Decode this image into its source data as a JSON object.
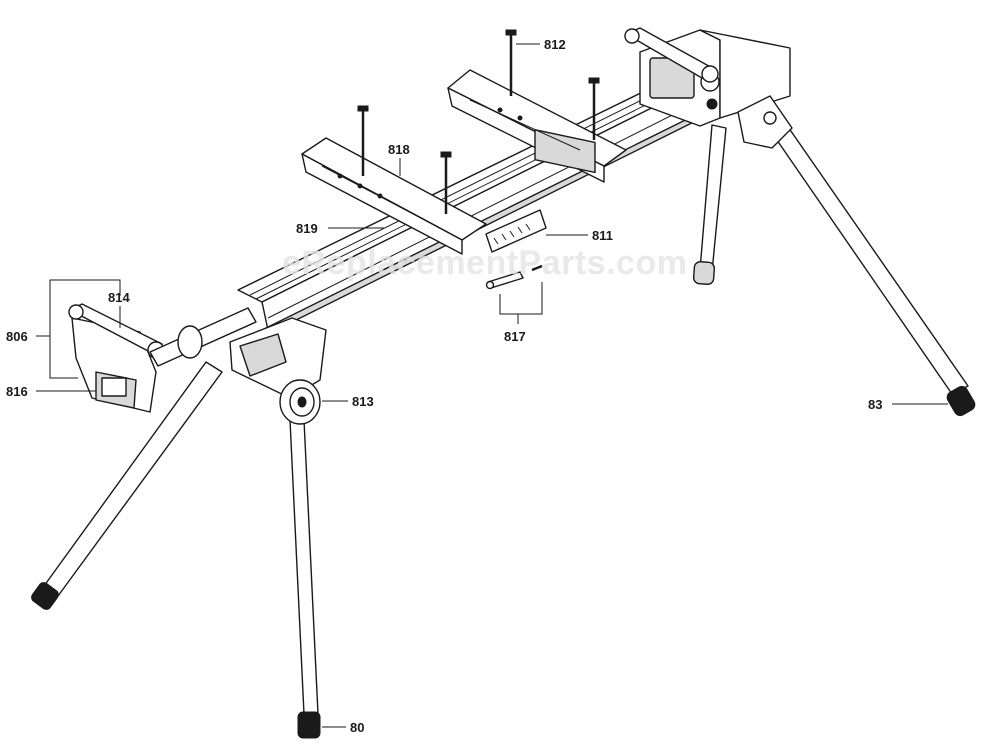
{
  "watermark": "eReplacementParts.com",
  "callouts": [
    {
      "id": "812",
      "label": "812"
    },
    {
      "id": "818",
      "label": "818"
    },
    {
      "id": "819",
      "label": "819"
    },
    {
      "id": "811",
      "label": "811"
    },
    {
      "id": "814",
      "label": "814"
    },
    {
      "id": "806",
      "label": "806"
    },
    {
      "id": "816",
      "label": "816"
    },
    {
      "id": "817",
      "label": "817"
    },
    {
      "id": "813",
      "label": "813"
    },
    {
      "id": "83",
      "label": "83"
    },
    {
      "id": "80",
      "label": "80"
    }
  ]
}
